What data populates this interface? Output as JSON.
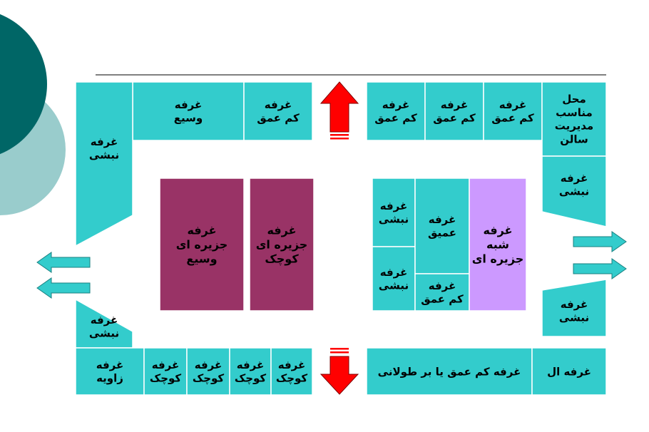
{
  "colors": {
    "teal_booth": "#33cccc",
    "island": "#993366",
    "semi_island": "#cc99ff",
    "arrow_red": "#ff0000",
    "arrow_cyan": "#33cccc",
    "deco_dark": "#006666",
    "deco_light": "#99cccc",
    "divider": "#000000"
  },
  "decoration": {
    "rule": "horizontal-rule",
    "circles": "decorative-circles"
  },
  "booths": [
    {
      "id": "top-wide",
      "lines": [
        "غرفه",
        "وسیع"
      ],
      "color": "teal_booth"
    },
    {
      "id": "top-shallow-left",
      "lines": [
        "غرفه",
        "کم عمق"
      ],
      "color": "teal_booth"
    },
    {
      "id": "top-shallow-1",
      "lines": [
        "غرفه",
        "کم عمق"
      ],
      "color": "teal_booth"
    },
    {
      "id": "top-shallow-2",
      "lines": [
        "غرفه",
        "کم عمق"
      ],
      "color": "teal_booth"
    },
    {
      "id": "top-shallow-3",
      "lines": [
        "غرفه",
        "کم عمق"
      ],
      "color": "teal_booth"
    },
    {
      "id": "management",
      "lines": [
        "محل",
        "مناسب",
        "مدیریت",
        "سالن"
      ],
      "color": "teal_booth"
    },
    {
      "id": "left-corner-top",
      "lines": [
        "غرفه",
        "نبشی"
      ],
      "color": "teal_booth"
    },
    {
      "id": "right-corner-upper",
      "lines": [
        "غرفه",
        "نبشی"
      ],
      "color": "teal_booth"
    },
    {
      "id": "island-wide",
      "lines": [
        "غرفه",
        "جزیره ای",
        "وسیع"
      ],
      "color": "island"
    },
    {
      "id": "island-small",
      "lines": [
        "غرفه",
        "جزیره ای",
        "کوچک"
      ],
      "color": "island"
    },
    {
      "id": "inner-corner-top",
      "lines": [
        "غرفه",
        "نبشی"
      ],
      "color": "teal_booth"
    },
    {
      "id": "inner-corner-bottom",
      "lines": [
        "غرفه",
        "نبشی"
      ],
      "color": "teal_booth"
    },
    {
      "id": "inner-deep",
      "lines": [
        "غرفه",
        "عمیق"
      ],
      "color": "teal_booth"
    },
    {
      "id": "inner-shallow",
      "lines": [
        "غرفه",
        "کم عمق"
      ],
      "color": "teal_booth"
    },
    {
      "id": "semi-island",
      "lines": [
        "غرفه",
        "شبه",
        "جزیره ای"
      ],
      "color": "semi_island"
    },
    {
      "id": "left-corner-bottom",
      "lines": [
        "غرفه",
        "نبشی"
      ],
      "color": "teal_booth"
    },
    {
      "id": "right-corner-lower",
      "lines": [
        "غرفه",
        "نبشی"
      ],
      "color": "teal_booth"
    },
    {
      "id": "bottom-corner",
      "lines": [
        "غرفه",
        "زاویه"
      ],
      "color": "teal_booth"
    },
    {
      "id": "bottom-small-1",
      "lines": [
        "غرفه",
        "کوچک"
      ],
      "color": "teal_booth"
    },
    {
      "id": "bottom-small-2",
      "lines": [
        "غرفه",
        "کوچک"
      ],
      "color": "teal_booth"
    },
    {
      "id": "bottom-small-3",
      "lines": [
        "غرفه",
        "کوچک"
      ],
      "color": "teal_booth"
    },
    {
      "id": "bottom-small-4",
      "lines": [
        "غرفه",
        "کوچک"
      ],
      "color": "teal_booth"
    },
    {
      "id": "bottom-long-shallow",
      "lines": [
        "غرفه کم عمق یا بر طولانی"
      ],
      "color": "teal_booth"
    },
    {
      "id": "bottom-l",
      "lines": [
        "غرفه ال"
      ],
      "color": "teal_booth"
    }
  ],
  "arrows": [
    {
      "id": "up-red",
      "name": "red-up-arrow",
      "color": "arrow_red"
    },
    {
      "id": "down-red",
      "name": "red-down-arrow",
      "color": "arrow_red"
    },
    {
      "id": "left-1",
      "name": "cyan-left-arrow-upper",
      "color": "arrow_cyan"
    },
    {
      "id": "left-2",
      "name": "cyan-left-arrow-lower",
      "color": "arrow_cyan"
    },
    {
      "id": "right-1",
      "name": "cyan-right-arrow-upper",
      "color": "arrow_cyan"
    },
    {
      "id": "right-2",
      "name": "cyan-right-arrow-lower",
      "color": "arrow_cyan"
    }
  ]
}
